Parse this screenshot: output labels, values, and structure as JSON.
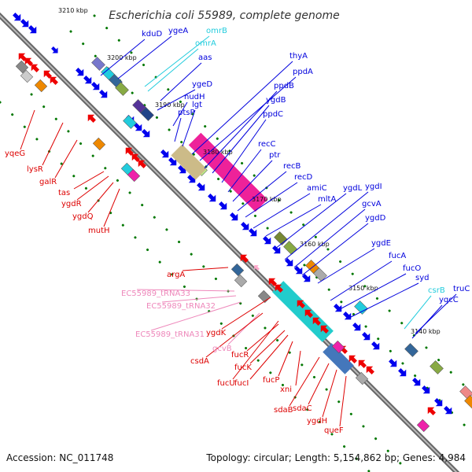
{
  "title": "Escherichia coli 55989, complete genome",
  "footer": {
    "accession": "Accession: NC_011748",
    "summary": "Topology: circular; Length: 5,154,862 bp; Genes: 4,984"
  },
  "colors": {
    "cds_upper": "#0000dd",
    "rna": "#22ccdd",
    "cds_lower": "#dd0000",
    "trna": "#ee88bb",
    "backbone": "#808080",
    "tick_marks": "#007700"
  },
  "ticks": [
    {
      "label": "3210 kbp"
    },
    {
      "label": "3200 kbp"
    },
    {
      "label": "3190 kbp"
    },
    {
      "label": "3180 kbp"
    },
    {
      "label": "3170 kbp"
    },
    {
      "label": "3160 kbp"
    },
    {
      "label": "3150 kbp"
    },
    {
      "label": "3140 kbp"
    }
  ],
  "upper_labels": [
    {
      "text": "kduD",
      "kind": "cds"
    },
    {
      "text": "ygeA",
      "kind": "cds"
    },
    {
      "text": "omrB",
      "kind": "rna"
    },
    {
      "text": "omrA",
      "kind": "rna"
    },
    {
      "text": "aas",
      "kind": "cds"
    },
    {
      "text": "ygeD",
      "kind": "cds"
    },
    {
      "text": "nudH",
      "kind": "cds"
    },
    {
      "text": "ptsP",
      "kind": "cds"
    },
    {
      "text": "lgt",
      "kind": "cds"
    },
    {
      "text": "thyA",
      "kind": "cds"
    },
    {
      "text": "ppdA",
      "kind": "cds"
    },
    {
      "text": "ppdB",
      "kind": "cds"
    },
    {
      "text": "ygdB",
      "kind": "cds"
    },
    {
      "text": "ppdC",
      "kind": "cds"
    },
    {
      "text": "recC",
      "kind": "cds"
    },
    {
      "text": "ptr",
      "kind": "cds"
    },
    {
      "text": "recB",
      "kind": "cds"
    },
    {
      "text": "recD",
      "kind": "cds"
    },
    {
      "text": "amiC",
      "kind": "cds"
    },
    {
      "text": "mltA",
      "kind": "cds"
    },
    {
      "text": "ygdL",
      "kind": "cds"
    },
    {
      "text": "ygdI",
      "kind": "cds"
    },
    {
      "text": "gcvA",
      "kind": "cds"
    },
    {
      "text": "ygdD",
      "kind": "cds"
    },
    {
      "text": "ygdE",
      "kind": "cds"
    },
    {
      "text": "fucA",
      "kind": "cds"
    },
    {
      "text": "fucO",
      "kind": "cds"
    },
    {
      "text": "syd",
      "kind": "cds"
    },
    {
      "text": "csrB",
      "kind": "rna"
    },
    {
      "text": "truC",
      "kind": "cds"
    },
    {
      "text": "yqcC",
      "kind": "cds"
    }
  ],
  "lower_labels": [
    {
      "text": "yqeG",
      "kind": "cds"
    },
    {
      "text": "lysR",
      "kind": "cds"
    },
    {
      "text": "galR",
      "kind": "cds"
    },
    {
      "text": "tas",
      "kind": "cds"
    },
    {
      "text": "ygdR",
      "kind": "cds"
    },
    {
      "text": "ygdQ",
      "kind": "cds"
    },
    {
      "text": "mutH",
      "kind": "cds"
    },
    {
      "text": "argA",
      "kind": "cds"
    },
    {
      "text": "EC55989_tRNA33",
      "kind": "trna"
    },
    {
      "text": "EC55989_tRNA32",
      "kind": "trna"
    },
    {
      "text": "EC55989_tRNA31",
      "kind": "trna"
    },
    {
      "text": "ygdK",
      "kind": "cds"
    },
    {
      "text": "gcvB",
      "kind": "trna"
    },
    {
      "text": "csdA",
      "kind": "cds"
    },
    {
      "text": "fucR",
      "kind": "cds"
    },
    {
      "text": "fucK",
      "kind": "cds"
    },
    {
      "text": "fucU",
      "kind": "cds"
    },
    {
      "text": "fucI",
      "kind": "cds"
    },
    {
      "text": "fucP",
      "kind": "cds"
    },
    {
      "text": "xni",
      "kind": "cds"
    },
    {
      "text": "sdaB",
      "kind": "cds"
    },
    {
      "text": "sdaC",
      "kind": "cds"
    },
    {
      "text": "ygdH",
      "kind": "cds"
    },
    {
      "text": "queF",
      "kind": "cds"
    }
  ]
}
